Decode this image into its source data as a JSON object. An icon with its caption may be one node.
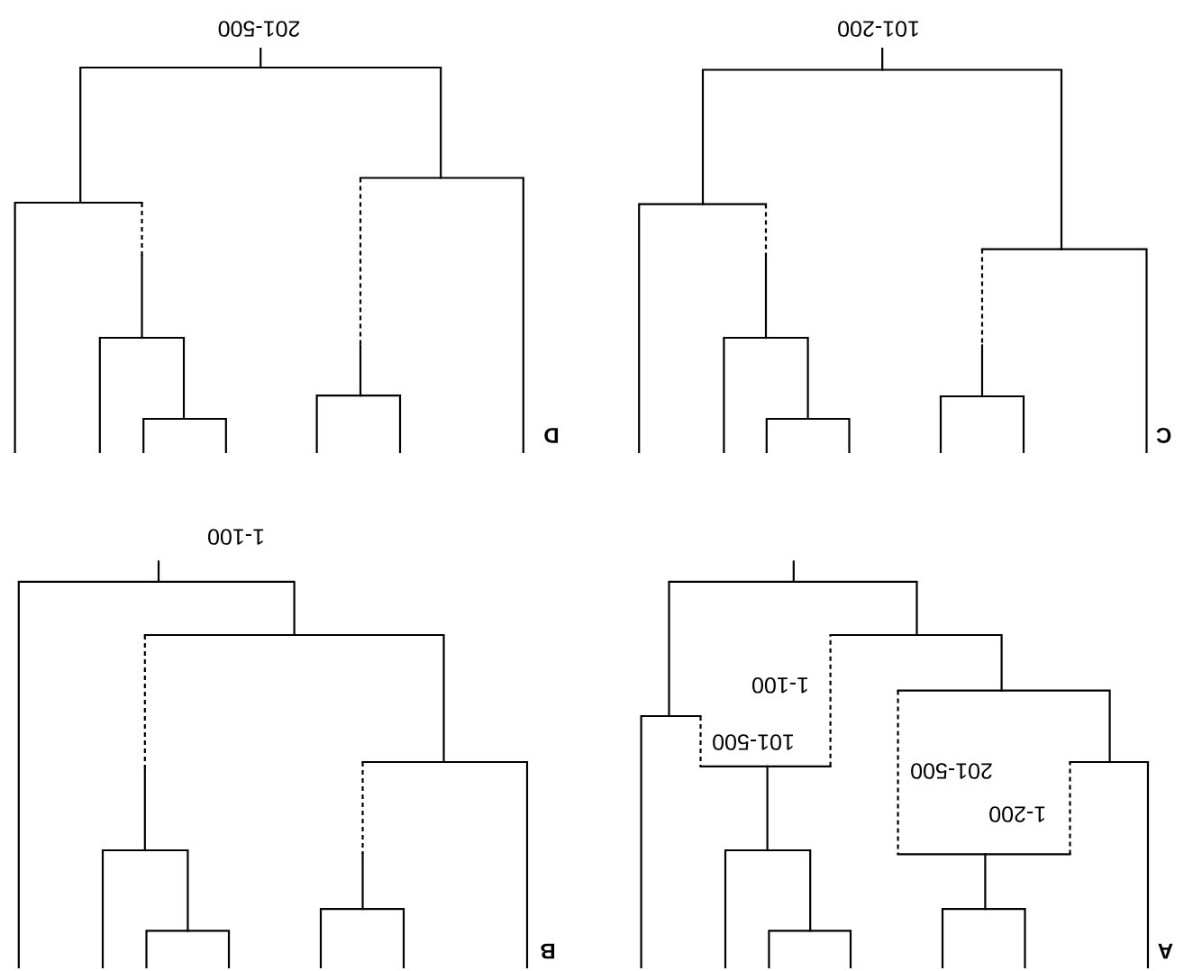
{
  "diagram": {
    "labels": [
      "201-500",
      "101-200",
      "D",
      "C",
      "1-100",
      "1-100",
      "101-500",
      "201-500",
      "1-200",
      "B",
      "A"
    ]
  }
}
